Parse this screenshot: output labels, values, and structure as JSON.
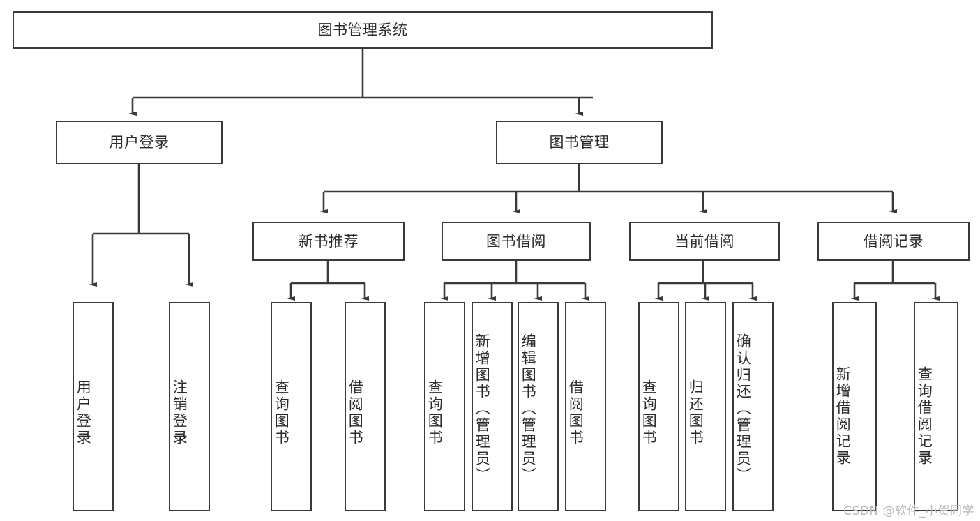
{
  "diagram": {
    "type": "tree-hierarchy-chart",
    "title": "图书管理系统",
    "watermark": "CSDN @软件_小贺同学",
    "colors": {
      "background": "#ffffff",
      "node_fill": "#ffffff",
      "node_stroke": "#3a3a3a",
      "text": "#2b2b2b",
      "connector": "#3a3a3a",
      "watermark": "#b9b9b9"
    },
    "levels": {
      "root": {
        "label": "图书管理系统"
      },
      "level2": [
        {
          "label": "用户登录"
        },
        {
          "label": "图书管理"
        }
      ],
      "level3": [
        {
          "label": "新书推荐"
        },
        {
          "label": "图书借阅"
        },
        {
          "label": "当前借阅"
        },
        {
          "label": "借阅记录"
        }
      ],
      "leaves": {
        "user_login": [
          {
            "label": "用户登录"
          },
          {
            "label": "注销登录"
          }
        ],
        "new_book_recommend": [
          {
            "label": "查询图书"
          },
          {
            "label": "借阅图书"
          }
        ],
        "book_borrow": [
          {
            "label": "查询图书"
          },
          {
            "label": "新增图书（管理员）"
          },
          {
            "label": "编辑图书（管理员）"
          },
          {
            "label": "借阅图书"
          }
        ],
        "current_borrow": [
          {
            "label": "查询图书"
          },
          {
            "label": "归还图书"
          },
          {
            "label": "确认归还（管理员）"
          }
        ],
        "borrow_record": [
          {
            "label": "新增借阅记录"
          },
          {
            "label": "查询借阅记录"
          }
        ]
      }
    }
  }
}
